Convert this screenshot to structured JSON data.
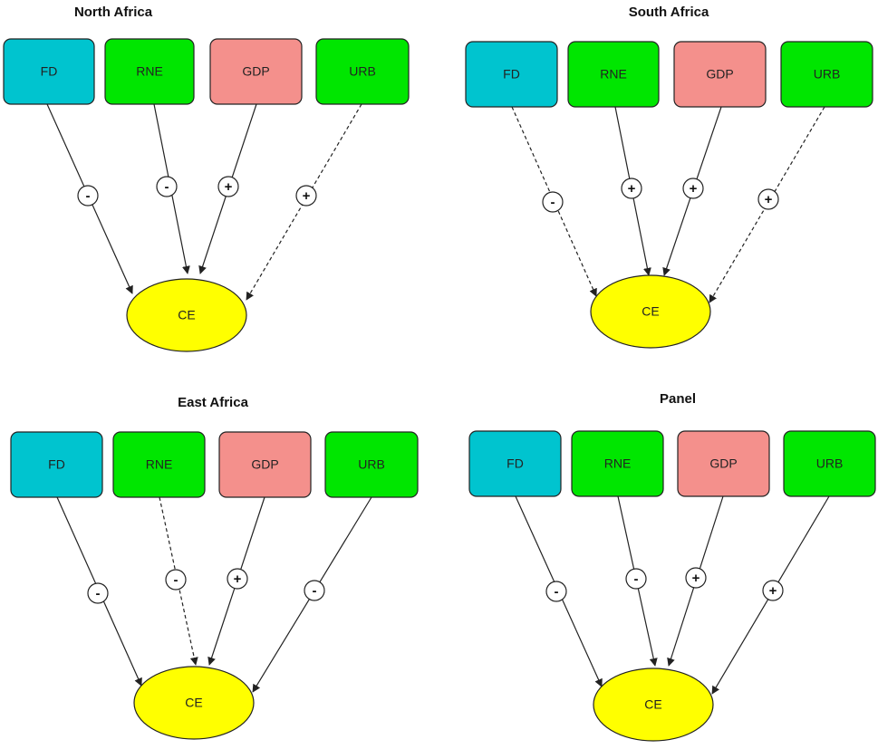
{
  "colors": {
    "FD": "#00c4cf",
    "RNE": "#00e600",
    "GDP": "#f4908c",
    "URB": "#00e600",
    "CE": "#ffff00",
    "stroke": "#222222"
  },
  "target_label": "CE",
  "panels": [
    {
      "title": "North Africa",
      "links": [
        {
          "from": "FD",
          "sign": "-",
          "style": "solid"
        },
        {
          "from": "RNE",
          "sign": "-",
          "style": "solid"
        },
        {
          "from": "GDP",
          "sign": "+",
          "style": "solid"
        },
        {
          "from": "URB",
          "sign": "+",
          "style": "dashed"
        }
      ]
    },
    {
      "title": "South Africa",
      "links": [
        {
          "from": "FD",
          "sign": "-",
          "style": "dashed"
        },
        {
          "from": "RNE",
          "sign": "+",
          "style": "solid"
        },
        {
          "from": "GDP",
          "sign": "+",
          "style": "solid"
        },
        {
          "from": "URB",
          "sign": "+",
          "style": "dashed"
        }
      ]
    },
    {
      "title": "East Africa",
      "links": [
        {
          "from": "FD",
          "sign": "-",
          "style": "solid"
        },
        {
          "from": "RNE",
          "sign": "-",
          "style": "dashed"
        },
        {
          "from": "GDP",
          "sign": "+",
          "style": "solid"
        },
        {
          "from": "URB",
          "sign": "-",
          "style": "solid"
        }
      ]
    },
    {
      "title": "Panel",
      "links": [
        {
          "from": "FD",
          "sign": "-",
          "style": "solid"
        },
        {
          "from": "RNE",
          "sign": "-",
          "style": "solid"
        },
        {
          "from": "GDP",
          "sign": "+",
          "style": "solid"
        },
        {
          "from": "URB",
          "sign": "+",
          "style": "solid"
        }
      ]
    }
  ]
}
